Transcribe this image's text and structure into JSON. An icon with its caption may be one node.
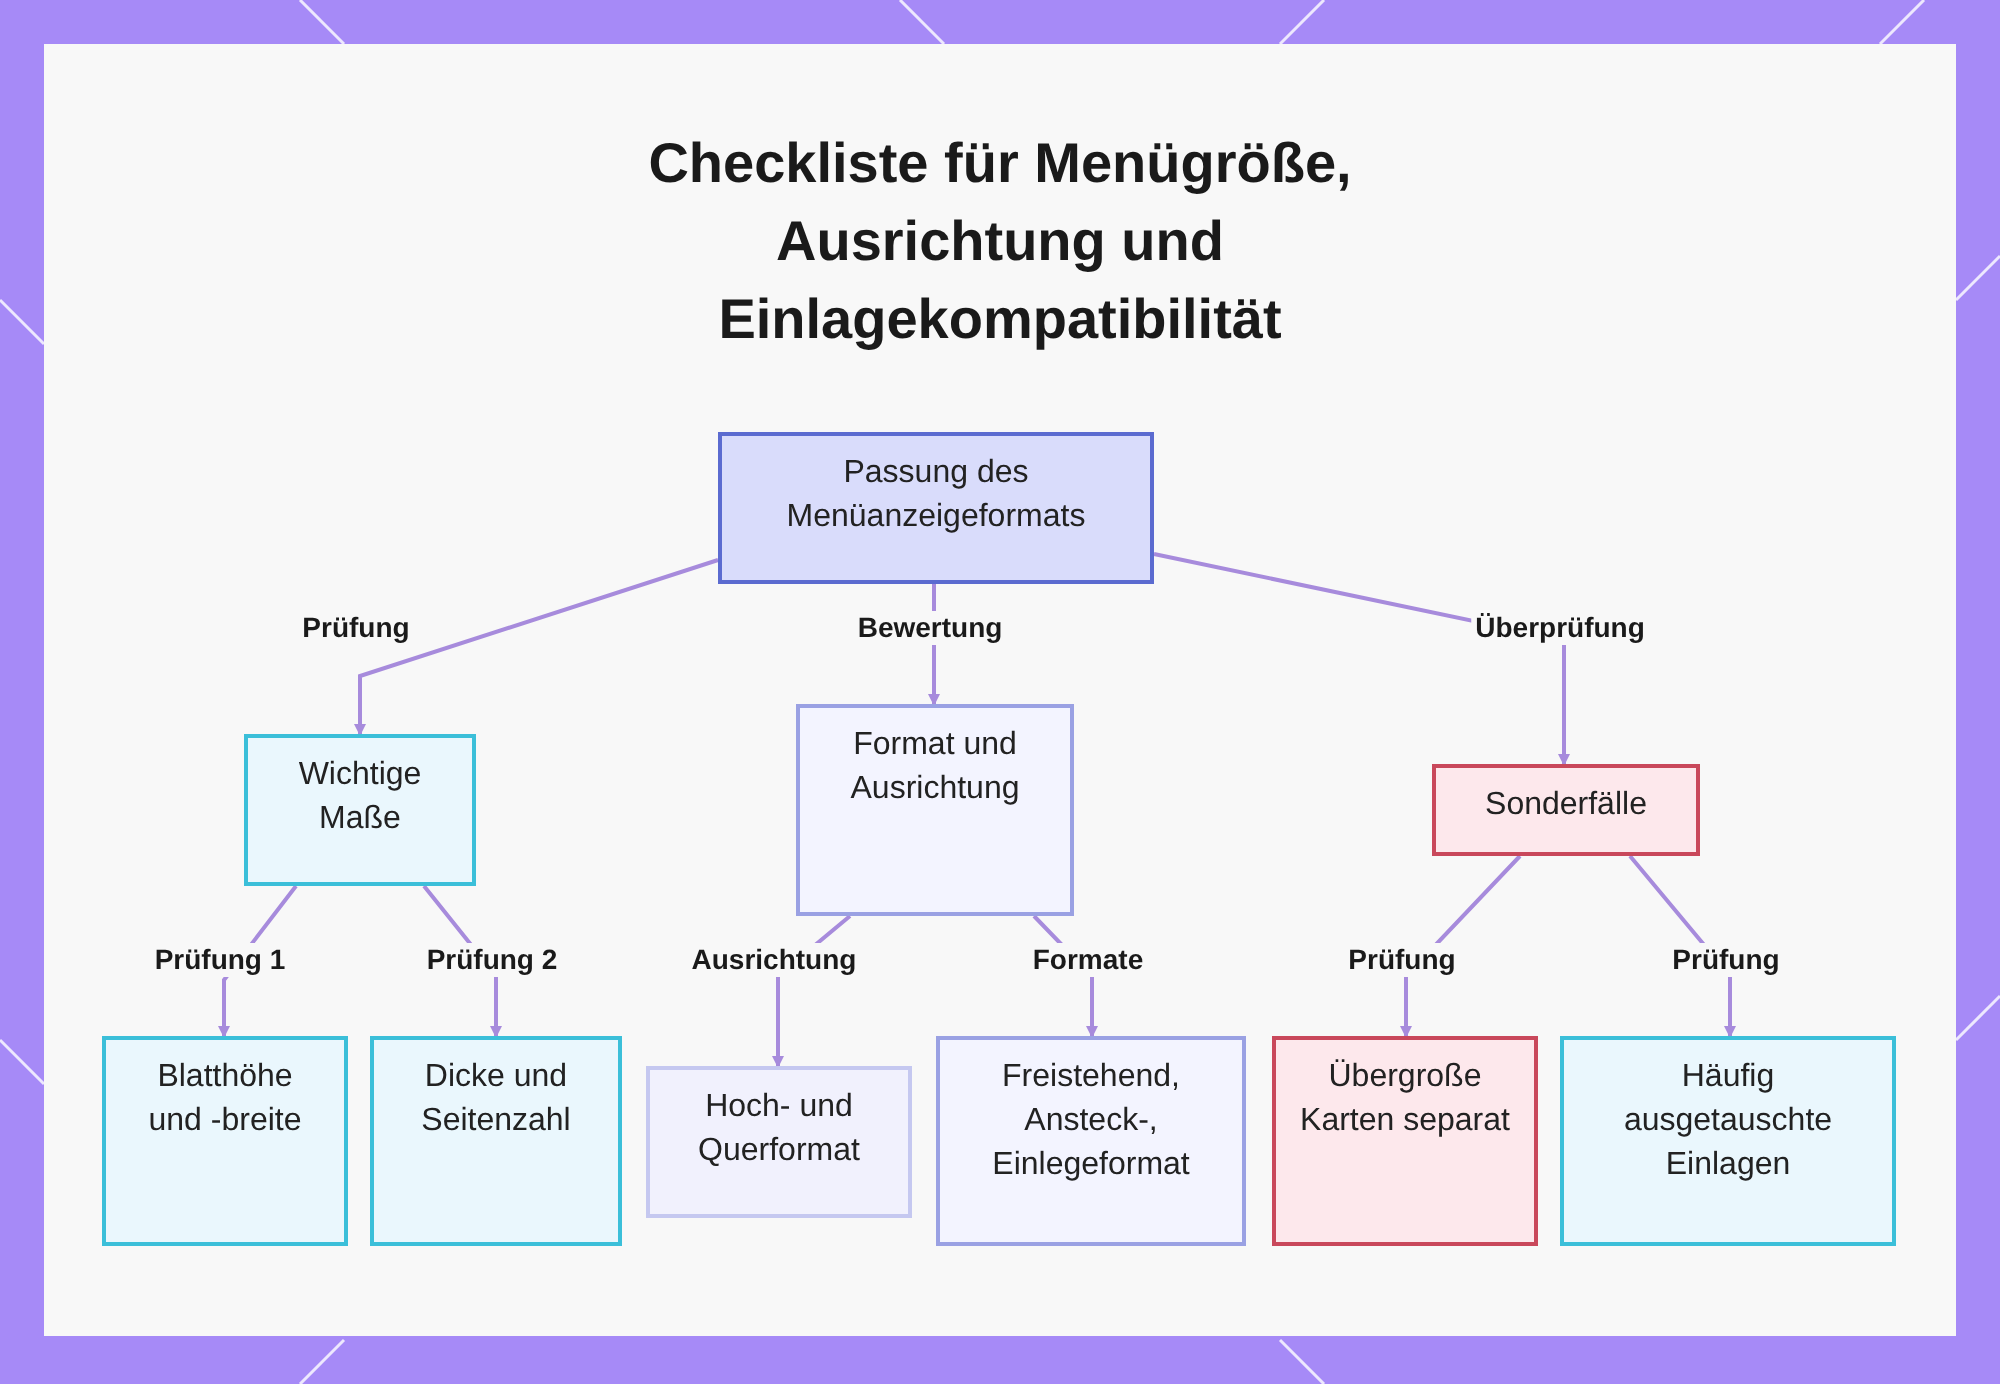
{
  "diagram": {
    "title": "Checkliste für Menügröße, Ausrichtung und Einlagekompatibilität",
    "nodes": [
      {
        "text": [
          "Passung des Menüanzeigeformats"
        ]
      },
      {
        "text": [
          "Wichtige Maße"
        ]
      },
      {
        "text": [
          "Format und Ausrichtung"
        ]
      },
      {
        "text": [
          "Sonderfälle"
        ]
      },
      {
        "text": [
          "Blatthöhe und -breite"
        ]
      },
      {
        "text": [
          "Dicke und Seitenzahl"
        ]
      },
      {
        "text": [
          "Hoch- und Querformat"
        ]
      },
      {
        "text": [
          "Freistehend, Ansteck-, Einlegeformat"
        ]
      },
      {
        "text": [
          "Übergroße Karten separat"
        ]
      },
      {
        "text": [
          "Häufig ausgetauschte Einlagen"
        ]
      }
    ],
    "edges": [
      {
        "from": 0,
        "to": 1,
        "arrow": "to",
        "label": "Prüfung"
      },
      {
        "from": 0,
        "to": 2,
        "arrow": "to",
        "label": "Bewertung"
      },
      {
        "from": 0,
        "to": 3,
        "arrow": "to",
        "label": "Überprüfung"
      },
      {
        "from": 1,
        "to": 4,
        "arrow": "to",
        "label": "Prüfung 1"
      },
      {
        "from": 1,
        "to": 5,
        "arrow": "to",
        "label": "Prüfung 2"
      },
      {
        "from": 2,
        "to": 6,
        "arrow": "to",
        "label": "Ausrichtung"
      },
      {
        "from": 2,
        "to": 7,
        "arrow": "to",
        "label": "Formate"
      },
      {
        "from": 3,
        "to": 8,
        "arrow": "to",
        "label": "Prüfung"
      },
      {
        "from": 3,
        "to": 9,
        "arrow": "to",
        "label": "Prüfung"
      }
    ]
  }
}
